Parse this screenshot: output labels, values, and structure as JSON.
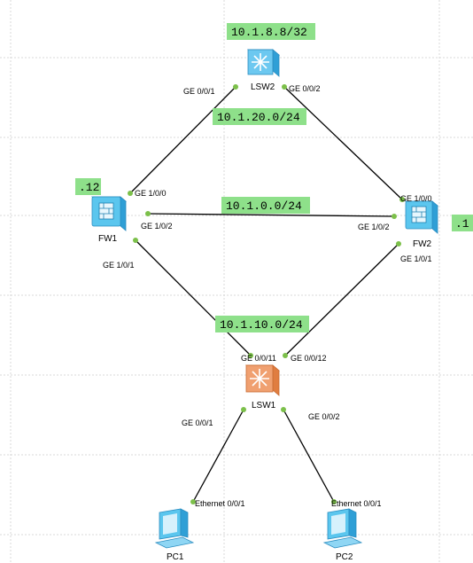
{
  "colors": {
    "link_line": "#000000",
    "port_dot": "#7cc04a",
    "label_bg": "#8ee08a",
    "grid": "#d9d9d9",
    "switch_blue": "#6cc8f0",
    "switch_orange": "#f0a070",
    "firewall_blue": "#5bc6ee"
  },
  "networks": {
    "lsw2_loopback": "10.1.8.8/32",
    "net_lsw2_fw1": "10.1.20.0/24",
    "net_fw1_fw2": "10.1.0.0/24",
    "net_fw_lsw1": "10.1.10.0/24",
    "fw1_host": ".12",
    "fw2_host": ".1"
  },
  "devices": {
    "lsw2": {
      "name": "LSW2",
      "icon": "switch-l3-icon"
    },
    "lsw1": {
      "name": "LSW1",
      "icon": "switch-l3-icon"
    },
    "fw1": {
      "name": "FW1",
      "icon": "firewall-icon"
    },
    "fw2": {
      "name": "FW2",
      "icon": "firewall-icon"
    },
    "pc1": {
      "name": "PC1",
      "icon": "pc-icon"
    },
    "pc2": {
      "name": "PC2",
      "icon": "pc-icon"
    }
  },
  "ports": {
    "lsw2_g001": "GE 0/0/1",
    "lsw2_g002": "GE 0/0/2",
    "fw1_g100": "GE 1/0/0",
    "fw1_g102": "GE 1/0/2",
    "fw1_g101": "GE 1/0/1",
    "fw2_g100": "GE 1/0/0",
    "fw2_g102": "GE 1/0/2",
    "fw2_g101": "GE 1/0/1",
    "lsw1_g0011": "GE 0/0/11",
    "lsw1_g0012": "GE 0/0/12",
    "lsw1_g001": "GE 0/0/1",
    "lsw1_g002": "GE 0/0/2",
    "pc1_eth": "Ethernet 0/0/1",
    "pc2_eth": "Ethernet 0/0/1"
  }
}
